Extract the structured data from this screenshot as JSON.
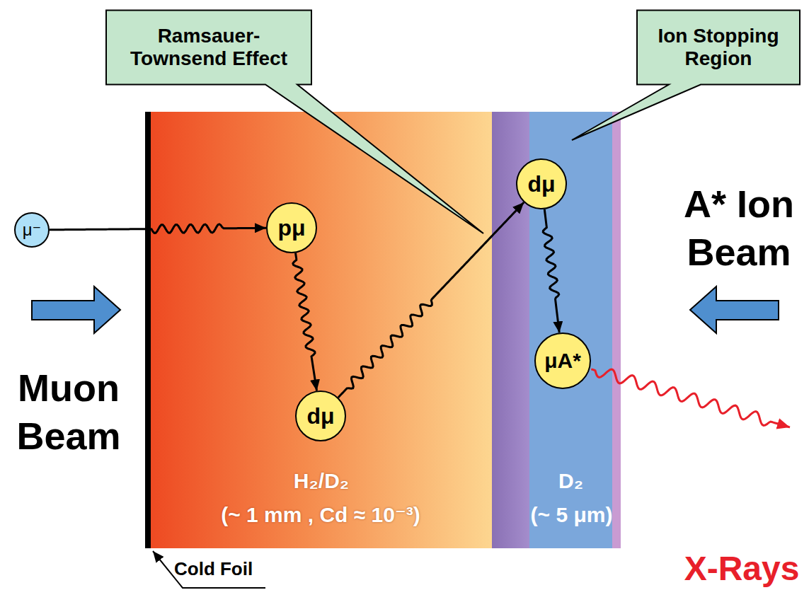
{
  "diagram": {
    "nodes": [
      {
        "text": [
          "Ramsauer-Townsend Effect"
        ]
      },
      {
        "text": [
          "Ion Stopping Region"
        ]
      },
      {
        "text": [
          "μ⁻"
        ]
      },
      {
        "text": [
          "pμ"
        ]
      },
      {
        "text": [
          "dμ"
        ]
      },
      {
        "text": [
          "dμ"
        ]
      },
      {
        "text": [
          "μA*"
        ]
      }
    ],
    "edges": [
      {
        "from": 2,
        "to": 3,
        "arrow": "to"
      },
      {
        "from": 3,
        "to": 4,
        "arrow": "to"
      },
      {
        "from": 4,
        "to": 5,
        "arrow": "to"
      },
      {
        "from": 5,
        "to": 6,
        "arrow": "to"
      }
    ],
    "labels": [
      "Muon Beam",
      "A* Ion Beam",
      "H₂/D₂",
      "(~ 1 mm , Cd ≈ 10⁻³)",
      "D₂",
      "(~ 5 μm)",
      "X-Rays",
      "Cold Foil"
    ]
  }
}
